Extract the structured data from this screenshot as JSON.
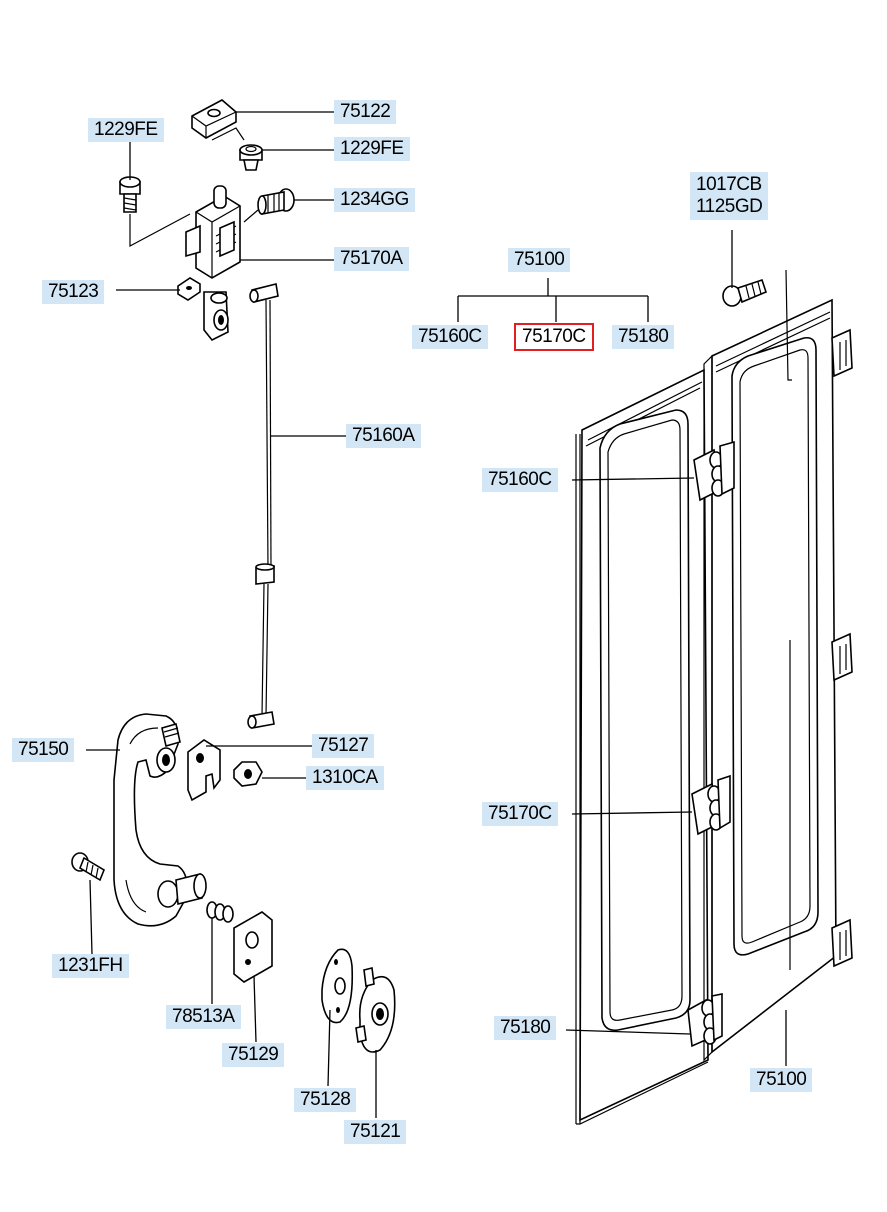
{
  "labels": {
    "p75122": "75122",
    "p1229FE_right": "1229FE",
    "p1229FE_left": "1229FE",
    "p1234GG": "1234GG",
    "p75170A": "75170A",
    "p75123": "75123",
    "p75160A": "75160A",
    "p75100_top": "75100",
    "p75160C_group": "75160C",
    "p75170C_group": "75170C",
    "p75180_group": "75180",
    "p1017CB": "1017CB",
    "p1125GD": "1125GD",
    "p75160C": "75160C",
    "p75170C": "75170C",
    "p75180": "75180",
    "p75100_bottom": "75100",
    "p75150": "75150",
    "p75127": "75127",
    "p1310CA": "1310CA",
    "p1231FH": "1231FH",
    "p78513A": "78513A",
    "p75129": "75129",
    "p75128": "75128",
    "p75121": "75121"
  },
  "highlight": {
    "part": "75170C",
    "color": "#e02020"
  },
  "colors": {
    "label_background": "#d3e6f5",
    "line": "#000000"
  }
}
